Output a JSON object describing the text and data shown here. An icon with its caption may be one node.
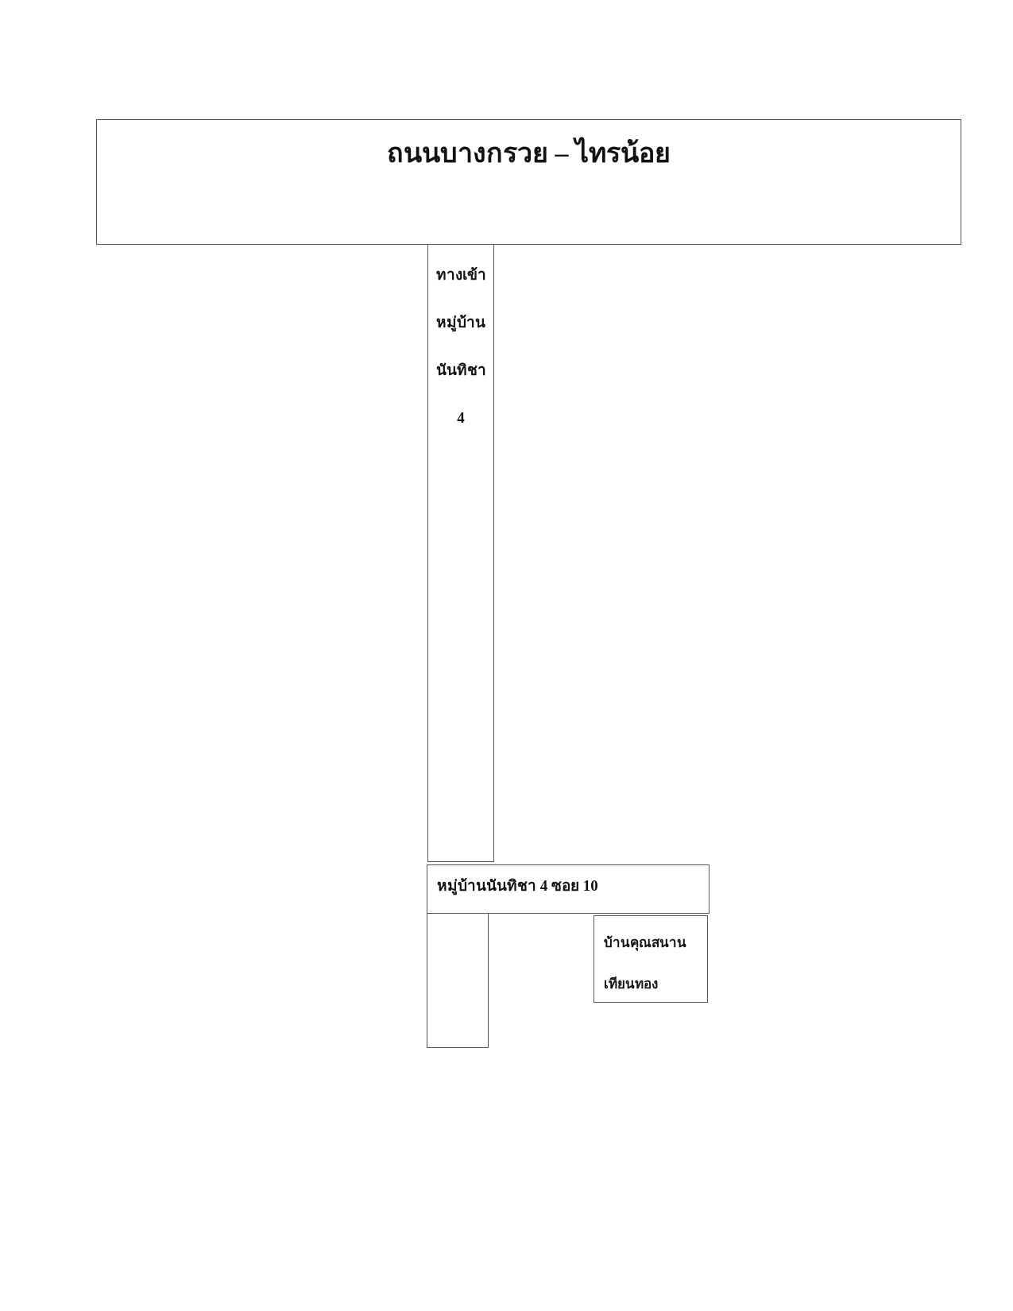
{
  "diagram": {
    "nodes": [
      {
        "text": [
          "ถนนบางกรวย – ไทรน้อย"
        ]
      },
      {
        "text": [
          "ทางเข้าหมู่บ้านนันทิชา 4"
        ]
      },
      {
        "text": [
          "หมู่บ้านนันทิชา 4 ซอย 10"
        ]
      },
      {
        "text": [],
        "shape": "box"
      },
      {
        "text": [
          "บ้านคุณสนาน เทียนทอง"
        ]
      }
    ]
  }
}
